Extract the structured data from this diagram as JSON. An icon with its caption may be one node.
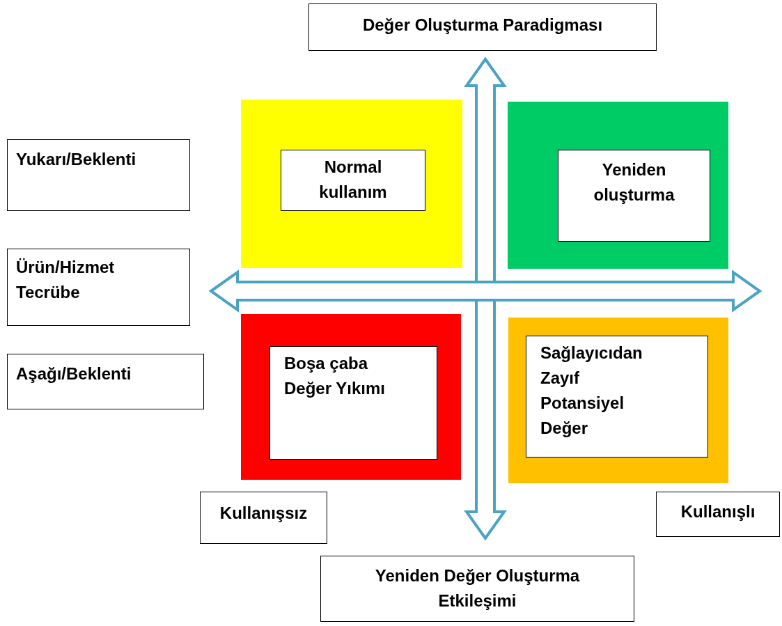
{
  "diagram": {
    "nodes": [
      {
        "text": [
          "Değer Oluşturma Paradigması"
        ]
      },
      {
        "text": [
          "Yukarı/Beklenti"
        ]
      },
      {
        "text": [],
        "shape": "box"
      },
      {
        "text": [
          "Normal kullanım"
        ],
        "in": 2
      },
      {
        "text": [],
        "shape": "box"
      },
      {
        "text": [
          "Yeniden oluşturma"
        ],
        "in": 4
      },
      {
        "text": [
          "Ürün/Hizmet Tecrübe"
        ]
      },
      {
        "text": [
          "Aşağı/Beklenti"
        ]
      },
      {
        "text": [],
        "shape": "box"
      },
      {
        "text": [
          "Boşa çaba Değer Yıkımı"
        ],
        "in": 8
      },
      {
        "text": [],
        "shape": "box"
      },
      {
        "text": [
          "Sağlayıcıdan Zayıf Potansiyel Değer"
        ],
        "in": 10
      },
      {
        "text": [
          "Kullanışsız"
        ]
      },
      {
        "text": [
          "Kullanışlı"
        ]
      },
      {
        "text": [
          "Yeniden Değer Oluşturma Etkileşimi"
        ]
      }
    ]
  }
}
